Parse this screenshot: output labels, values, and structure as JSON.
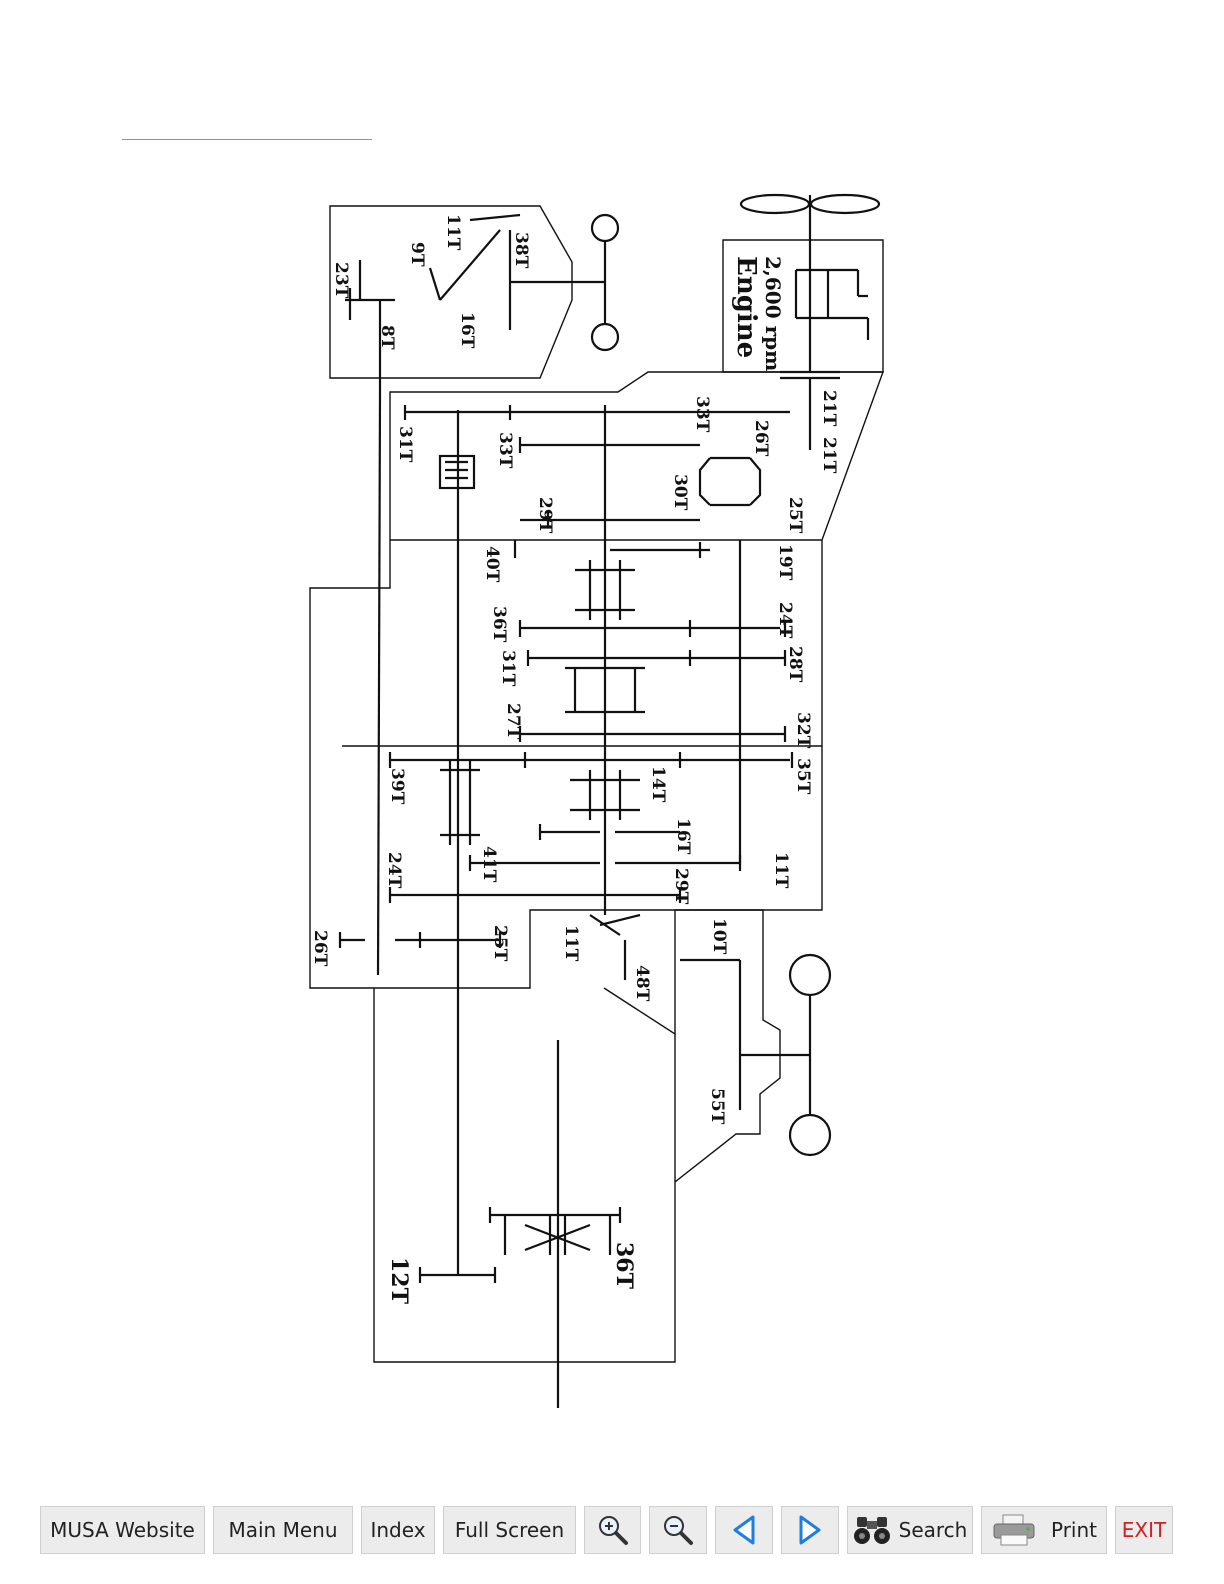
{
  "diagram": {
    "engine_label": "Engine",
    "engine_speed": "2,600 rpm",
    "gear_labels": [
      "11T",
      "9T",
      "23T",
      "38T",
      "8T",
      "16T",
      "21T",
      "21T",
      "33T",
      "33T",
      "26T",
      "31T",
      "30T",
      "25T",
      "29T",
      "19T",
      "40T",
      "24T",
      "36T",
      "28T",
      "31T",
      "27T",
      "32T",
      "35T",
      "39T",
      "14T",
      "16T",
      "41T",
      "24T",
      "11T",
      "29T",
      "26T",
      "25T",
      "11T",
      "10T",
      "48T",
      "55T",
      "36T",
      "12T"
    ]
  },
  "toolbar": {
    "musa_website": "MUSA Website",
    "main_menu": "Main Menu",
    "index": "Index",
    "full_screen": "Full Screen",
    "search": "Search",
    "print": "Print",
    "exit": "EXIT"
  },
  "icons": {
    "zoom_in": "zoom-in-icon",
    "zoom_out": "zoom-out-icon",
    "prev": "arrow-left-icon",
    "next": "arrow-right-icon",
    "search": "binoculars-icon",
    "print": "printer-icon"
  },
  "colors": {
    "accent_rule": "#e07a45",
    "nav_arrow": "#1f7fe0",
    "exit_text": "#d42020"
  }
}
